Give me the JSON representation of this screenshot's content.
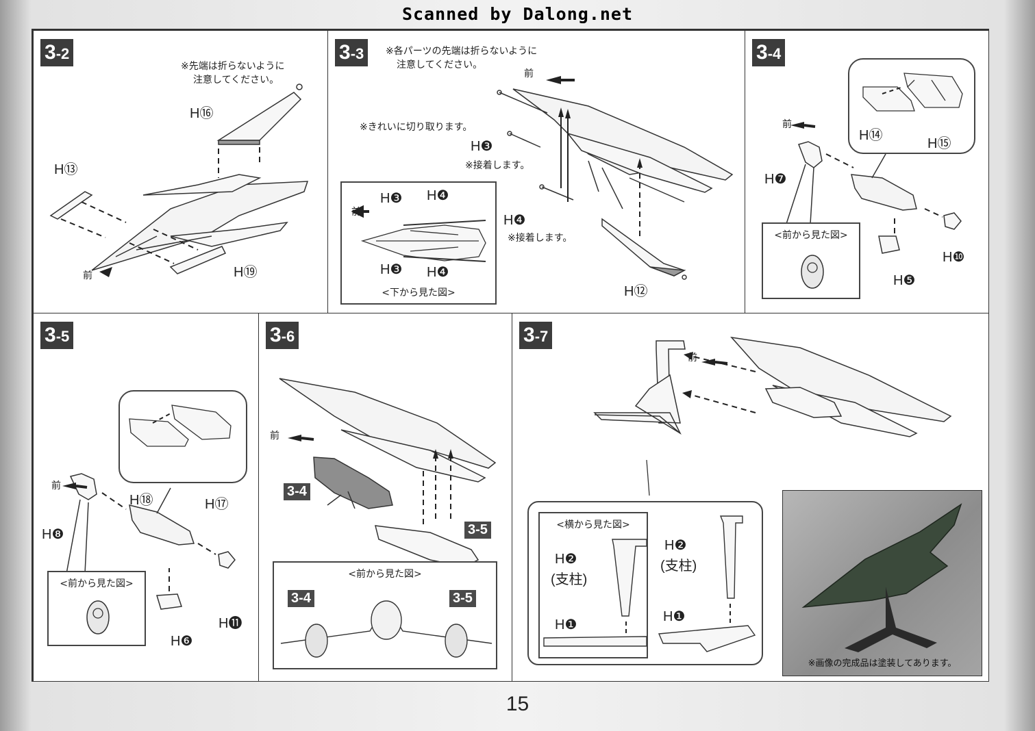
{
  "header": {
    "scan_credit": "Scanned by Dalong.net"
  },
  "page_number": "15",
  "panels": {
    "p3_2": {
      "step_main": "3",
      "step_sub": "-2",
      "note": [
        "※先端は折らないように",
        "注意してください。"
      ],
      "parts": {
        "h16": "H⑯",
        "h13": "H⑬",
        "h19": "H⑲"
      },
      "front": "前"
    },
    "p3_3": {
      "step_main": "3",
      "step_sub": "-3",
      "note": [
        "※各パーツの先端は折らないように",
        "注意してください。"
      ],
      "cut_note": "※きれいに切り取ります。",
      "glue_note_1": "※接着します。",
      "glue_note_2": "※接着します。",
      "parts": {
        "h3": "H❸",
        "h4": "H❹",
        "h12": "H⑫"
      },
      "front": "前",
      "inset": {
        "caption": "<下から見た図>",
        "front": "前",
        "h3_top": "H❸",
        "h4_top": "H❹",
        "h3_bottom": "H❸",
        "h4_bottom": "H❹"
      }
    },
    "p3_4": {
      "step_main": "3",
      "step_sub": "-4",
      "front": "前",
      "parts": {
        "h14": "H⑭",
        "h15": "H⑮",
        "h7": "H❼",
        "h10": "H❿",
        "h5": "H❺"
      },
      "inset_caption": "<前から見た図>"
    },
    "p3_5": {
      "step_main": "3",
      "step_sub": "-5",
      "front": "前",
      "parts": {
        "h18": "H⑱",
        "h17": "H⑰",
        "h8": "H❽",
        "h11": "H⓫",
        "h6": "H❻"
      },
      "inset_caption": "<前から見た図>"
    },
    "p3_6": {
      "step_main": "3",
      "step_sub": "-6",
      "front": "前",
      "ref_a": "3-4",
      "ref_b": "3-5",
      "inset": {
        "caption": "<前から見た図>",
        "ref_a": "3-4",
        "ref_b": "3-5"
      }
    },
    "p3_7": {
      "step_main": "3",
      "step_sub": "-7",
      "front": "前",
      "side_inset": {
        "caption": "<横から見た図>",
        "h2": "H❷",
        "pillar": "(支柱)",
        "h1": "H❶"
      },
      "h2": "H❷",
      "pillar": "(支柱)",
      "h1": "H❶",
      "photo_note": "※画像の完成品は塗装してあります。"
    }
  }
}
